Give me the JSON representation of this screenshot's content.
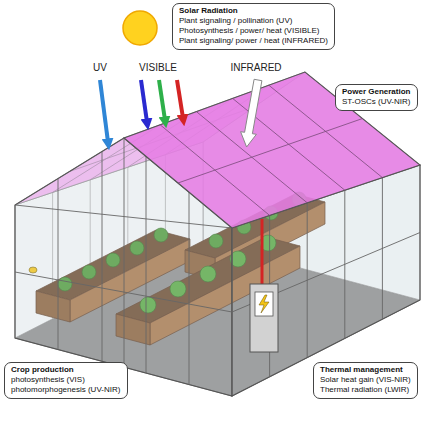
{
  "diagram": {
    "nodes": [
      {
        "text": [
          "Solar Radiation",
          "Plant signaling / pollination (UV)",
          "Photosynthesis / power/ heat (VISIBLE)",
          "Plant signaling/ power / heat (INFRARED)"
        ]
      },
      {
        "text": [
          "Power Generation",
          "ST-OSCs (UV-NIR)"
        ]
      },
      {
        "text": [
          "Crop production",
          "photosynthesis (VIS)",
          "photomorphogenesis (UV-NIR)"
        ]
      },
      {
        "text": [
          "Thermal management",
          "Solar heat gain (VIS-NIR)",
          "Thermal radiation (LWIR)"
        ]
      }
    ],
    "labels": [
      "UV",
      "VISIBLE",
      "INFRARED"
    ]
  }
}
